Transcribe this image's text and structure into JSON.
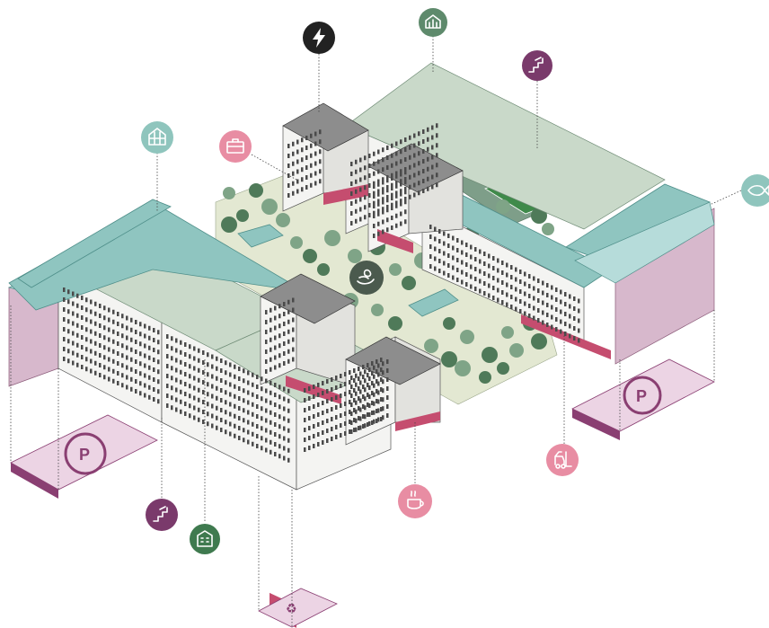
{
  "image": {
    "description_free": true
  },
  "badges": [
    {
      "id": "energy",
      "icon": "lightning-bolt-icon",
      "color": "#222222"
    },
    {
      "id": "urban-farm-top",
      "icon": "greenhouse-icon",
      "color": "#5e8a6c"
    },
    {
      "id": "stairs-top",
      "icon": "stairs-icon",
      "color": "#7a3a6b"
    },
    {
      "id": "greenhouse-left",
      "icon": "greenhouse-icon",
      "color": "#8fc5bd"
    },
    {
      "id": "office",
      "icon": "briefcase-icon",
      "color": "#e88da3"
    },
    {
      "id": "fish",
      "icon": "fish-icon",
      "color": "#8fc5bd"
    },
    {
      "id": "center-hand",
      "icon": "hand-seed-icon",
      "color": "#4b5a4e"
    },
    {
      "id": "forklift",
      "icon": "forklift-icon",
      "color": "#e88da3"
    },
    {
      "id": "cafe",
      "icon": "coffee-cup-icon",
      "color": "#e88da3"
    },
    {
      "id": "stairs-bottom",
      "icon": "stairs-icon",
      "color": "#7a3a6b"
    },
    {
      "id": "building-bottom",
      "icon": "building-icon",
      "color": "#3f7a4f"
    }
  ],
  "parking": [
    {
      "id": "parking-left",
      "icon": "parking-p-icon",
      "color": "#8a3f72"
    },
    {
      "id": "parking-right",
      "icon": "parking-p-icon",
      "color": "#8a3f72"
    },
    {
      "id": "recycling-bottom",
      "icon": "recycle-icon",
      "color": "#8a3f72"
    }
  ],
  "colors": {
    "glass": "#8fc5c0",
    "pink": "#c54d6f",
    "mauve": "#8a3f72",
    "green": "#4f7a59",
    "ground": "#e3e8d2"
  }
}
